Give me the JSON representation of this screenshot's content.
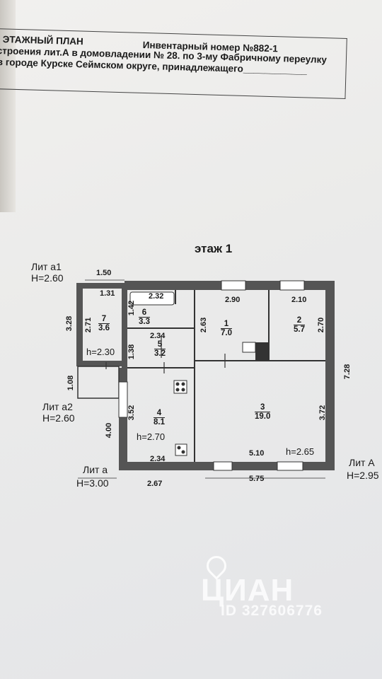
{
  "header": {
    "line1_left": "ЭТАЖНЫЙ ПЛАН",
    "line1_right": "Инвентарный номер №882-1",
    "line2": "строения лит.А в домовладении № 28.   по 3-му Фабричному переулку",
    "line3": "в городе Курске   Сеймском  округе, принадлежащего____________"
  },
  "plan": {
    "title": "этаж 1",
    "annex_labels": [
      {
        "name": "Лит а1",
        "height": "Н=2.60"
      },
      {
        "name": "Лит а2",
        "height": "Н=2.60"
      },
      {
        "name": "Лит а",
        "height": "Н=3.00"
      },
      {
        "name": "Лит А",
        "height": "Н=2.95"
      }
    ],
    "rooms": [
      {
        "number": "1",
        "area": "7.0"
      },
      {
        "number": "2",
        "area": "5.7"
      },
      {
        "number": "3",
        "area": "19.0"
      },
      {
        "number": "4",
        "area": "8.1"
      },
      {
        "number": "5",
        "area": "3.2"
      },
      {
        "number": "6",
        "area": "3.3"
      },
      {
        "number": "7",
        "area": "3.6"
      }
    ],
    "ceiling_heights": [
      "h=2.30",
      "h=2.70",
      "h=2.65"
    ],
    "dimensions": [
      "1.50",
      "1.31",
      "2.32",
      "2.90",
      "2.10",
      "3.28",
      "2.71",
      "1.42",
      "2.63",
      "2.70",
      "2.34",
      "1.38",
      "7.28",
      "1.08",
      "3.52",
      "3.72",
      "4.00",
      "2.34",
      "5.10",
      "2.67",
      "5.75"
    ]
  },
  "watermark": {
    "brand": "ЦИАН",
    "id": "ID 327606776"
  }
}
